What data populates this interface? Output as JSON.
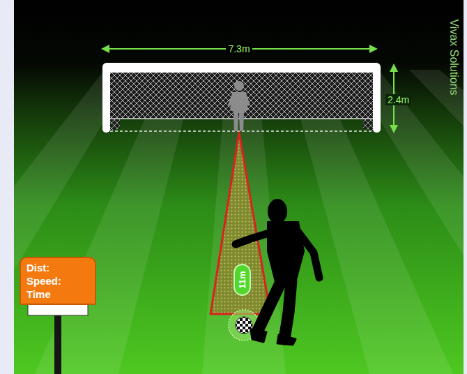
{
  "diagram": {
    "nodes": [
      {
        "text": [
          "11m"
        ]
      },
      {
        "text": [
          "Dist:",
          "Speed:",
          "Time"
        ]
      }
    ],
    "labels": [
      "7.3m",
      "2.4m",
      "Vivax Solutions"
    ]
  }
}
